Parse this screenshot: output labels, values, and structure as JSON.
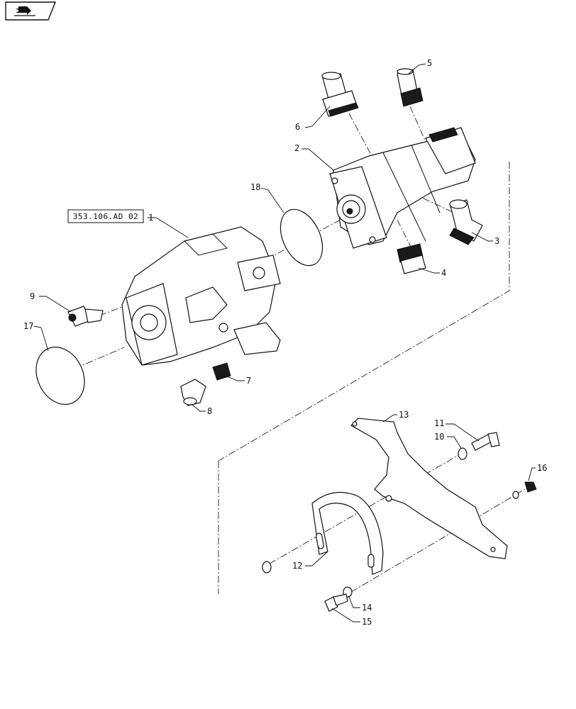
{
  "nav": {
    "icon": "return-arrow-icon"
  },
  "reference": {
    "label": "353.106.AD 02"
  },
  "callouts": [
    "1",
    "2",
    "3",
    "4",
    "5",
    "6",
    "7",
    "8",
    "9",
    "10",
    "11",
    "12",
    "13",
    "14",
    "15",
    "16",
    "17",
    "18"
  ]
}
